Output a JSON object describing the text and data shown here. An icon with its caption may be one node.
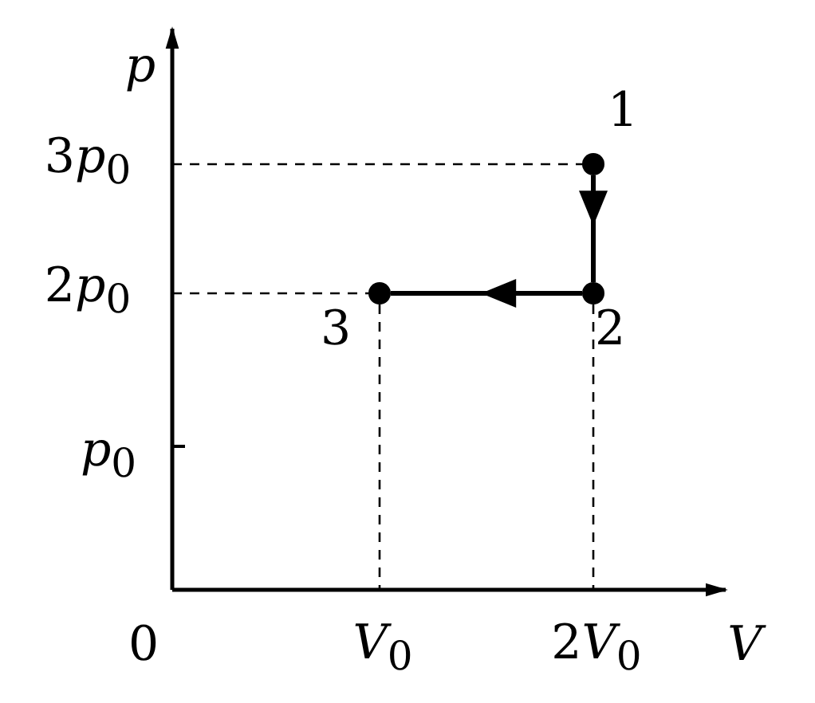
{
  "diagram": {
    "nodes": [
      {
        "text": [],
        "shape": "circle",
        "beside": [
          "1"
        ]
      },
      {
        "text": [],
        "shape": "circle",
        "beside": [
          "2"
        ]
      },
      {
        "text": [],
        "shape": "circle",
        "beside": [
          "3"
        ]
      }
    ],
    "edges": [
      {
        "from": 0,
        "to": 1,
        "arrow": "to"
      },
      {
        "from": 1,
        "to": 2,
        "arrow": "to"
      }
    ],
    "labels": [
      "p",
      "3p$_{0}$",
      "2p$_{0}$",
      "p$_{0}$",
      "0",
      "V$_{0}$",
      "2V$_{0}$",
      "V"
    ]
  }
}
